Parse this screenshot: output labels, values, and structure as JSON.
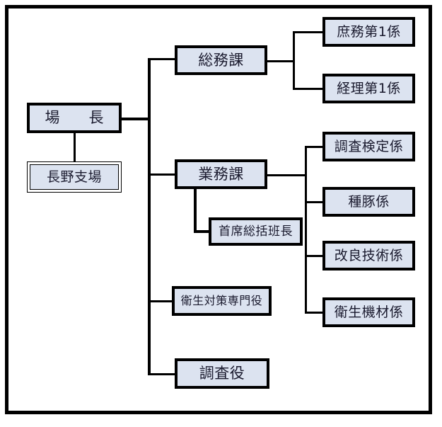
{
  "diagram": {
    "title": "organization-chart",
    "colors": {
      "box_fill": "#dce3f0",
      "box_border": "#000000",
      "frame_border": "#000000",
      "line": "#000000",
      "text": "#1a1a2e",
      "background": "#ffffff"
    },
    "nodes": {
      "director": "場　長",
      "nagano_branch": "長野支場",
      "general_affairs": "総務課",
      "general_affairs_1": "庶務第1係",
      "accounting_1": "経理第1係",
      "operations": "業務課",
      "chief_supervisor": "首席総括班長",
      "inspection": "調査検定係",
      "breeding_pig": "種豚係",
      "improvement_tech": "改良技術係",
      "hygiene_equipment": "衛生機材係",
      "hygiene_specialist": "衛生対策専門役",
      "investigator": "調査役"
    }
  }
}
